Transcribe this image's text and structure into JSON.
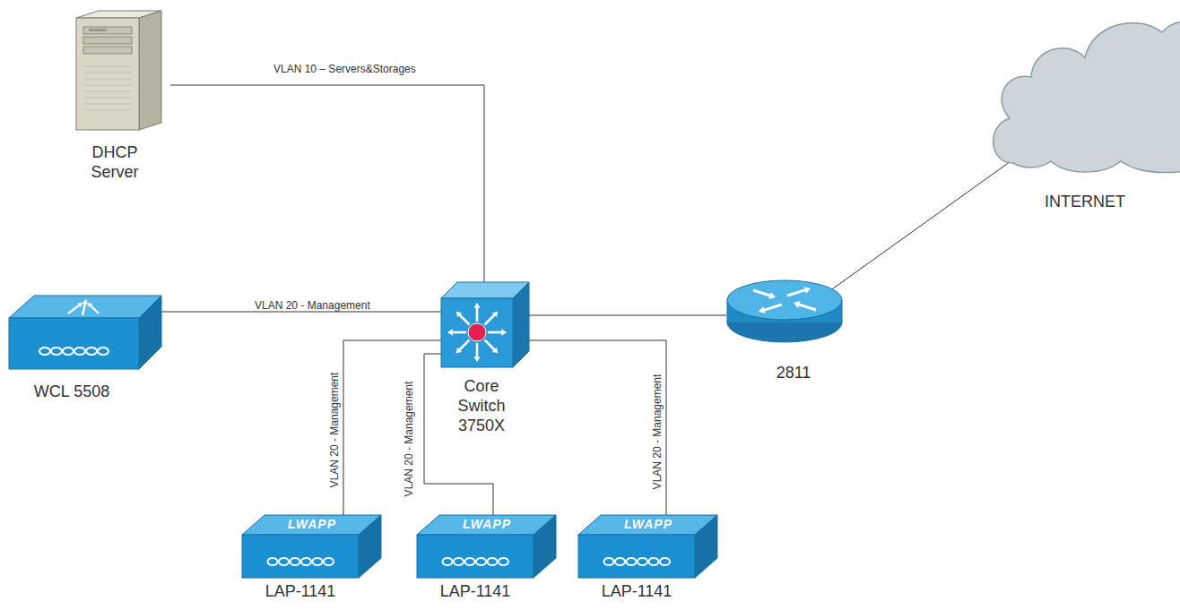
{
  "diagram": {
    "nodes": [
      {
        "text": [
          "DHCP Server"
        ]
      },
      {
        "text": [
          "INTERNET"
        ]
      },
      {
        "text": [
          "WCL 5508"
        ]
      },
      {
        "text": [
          "Core Switch 3750X"
        ]
      },
      {
        "text": [
          "2811"
        ]
      },
      {
        "text": [
          "LWAPP",
          "LAP-1141"
        ]
      },
      {
        "text": [
          "LWAPP",
          "LAP-1141"
        ]
      },
      {
        "text": [
          "LWAPP",
          "LAP-1141"
        ]
      }
    ],
    "edges": [
      {
        "from": 0,
        "to": 3,
        "label": "VLAN 10 – Servers&Storages",
        "arrow": "none"
      },
      {
        "from": 2,
        "to": 3,
        "label": "VLAN 20 - Management",
        "arrow": "none"
      },
      {
        "from": 3,
        "to": 5,
        "label": "VLAN 20 - Management",
        "arrow": "none"
      },
      {
        "from": 3,
        "to": 6,
        "label": "VLAN 20 - Management",
        "arrow": "none"
      },
      {
        "from": 3,
        "to": 7,
        "label": "VLAN 20 - Management",
        "arrow": "none"
      },
      {
        "from": 3,
        "to": 4,
        "arrow": "none"
      },
      {
        "from": 4,
        "to": 1,
        "arrow": "none"
      }
    ]
  }
}
